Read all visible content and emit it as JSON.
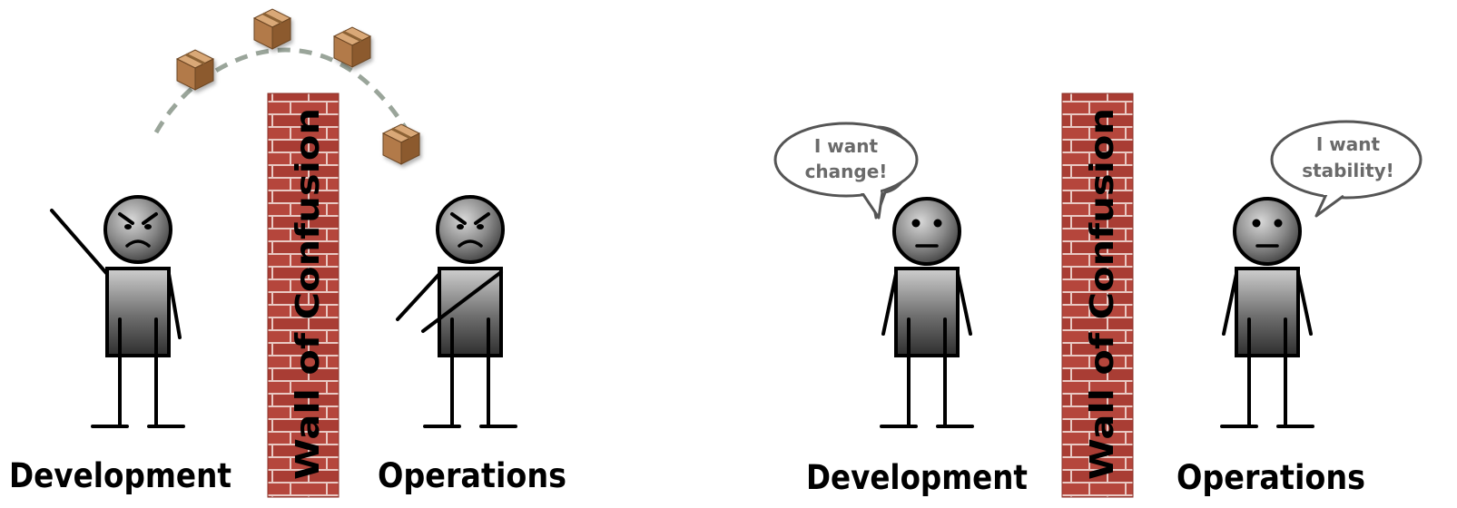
{
  "left_panel": {
    "wall_label": "Wall of Confusion",
    "dev_label": "Development",
    "ops_label": "Operations"
  },
  "right_panel": {
    "wall_label": "Wall of Confusion",
    "dev_label": "Development",
    "ops_label": "Operations",
    "dev_speech": {
      "line1": "I want",
      "line2": "change!"
    },
    "ops_speech": {
      "line1": "I want",
      "line2": "stability!"
    }
  },
  "colors": {
    "brick": "#b5463c",
    "mortar": "#e9c9c3",
    "box_top": "#d9a877",
    "box_front": "#b27a49",
    "box_side": "#8c5a2e",
    "dash": "#9aa59a",
    "bubble_stroke": "#555555",
    "speech_text": "#6a6a6a"
  },
  "icons": [
    "cardboard-box-icon",
    "brick-wall",
    "stick-figure-angry",
    "stick-figure-neutral",
    "speech-bubble"
  ]
}
